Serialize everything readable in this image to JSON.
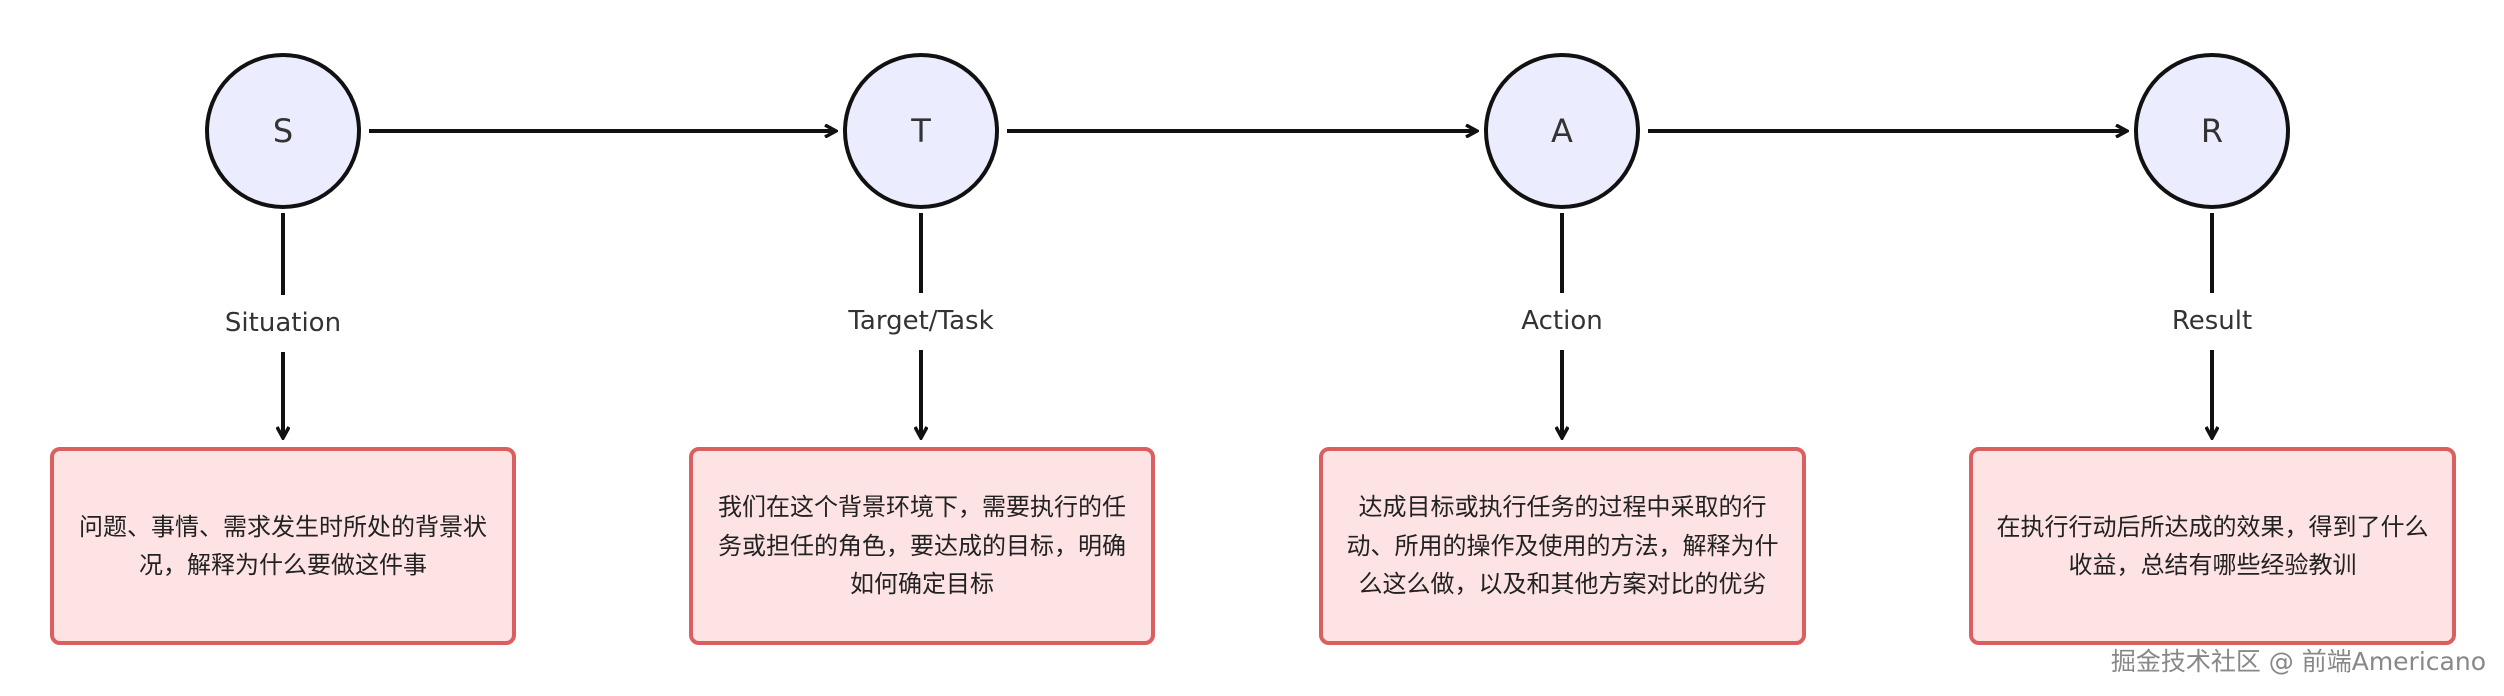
{
  "nodes": [
    {
      "letter": "S",
      "label": "Situation",
      "desc": "问题、事情、需求发生时所处的背景状况，解释为什么要做这件事"
    },
    {
      "letter": "T",
      "label": "Target/Task",
      "desc": "我们在这个背景环境下，需要执行的任务或担任的角色，要达成的目标，明确如何确定目标"
    },
    {
      "letter": "A",
      "label": "Action",
      "desc": "达成目标或执行任务的过程中采取的行动、所用的操作及使用的方法，解释为什么这么做，以及和其他方案对比的优劣"
    },
    {
      "letter": "R",
      "label": "Result",
      "desc": "在执行行动后所达成的效果，得到了什么收益，总结有哪些经验教训"
    }
  ],
  "colors": {
    "node_fill": "#ececff",
    "box_fill": "#fde3e3",
    "box_stroke": "#d9605f"
  },
  "watermark": "掘金技术社区 @ 前端Americano"
}
